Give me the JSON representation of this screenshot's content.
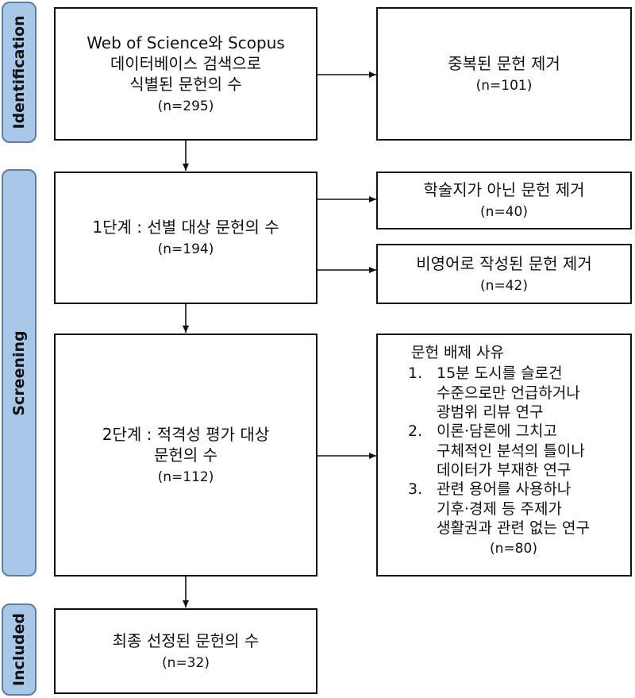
{
  "phases": {
    "identification": "Identification",
    "screening": "Screening",
    "included": "Included"
  },
  "identification": {
    "main_box": {
      "lines": [
        "Web of Science와 Scopus",
        "데이터베이스 검색으로",
        "식별된 문헌의 수"
      ],
      "count": "(n=295)"
    },
    "removed_box": {
      "label": "중복된 문헌 제거",
      "count": "(n=101)"
    }
  },
  "screening": {
    "stage1_box": {
      "label": "1단계 : 선별 대상 문헌의 수",
      "count": "(n=194)"
    },
    "excluded_non_journal": {
      "label": "학술지가 아닌 문헌 제거",
      "count": "(n=40)"
    },
    "excluded_non_english": {
      "label": "비영어로 작성된 문헌 제거",
      "count": "(n=42)"
    },
    "stage2_box": {
      "lines": [
        "2단계 : 적격성 평가 대상",
        "문헌의 수"
      ],
      "count": "(n=112)"
    },
    "exclusion_reasons": {
      "title": "문헌 배제 사유",
      "items": [
        {
          "num": "1.",
          "lines": [
            "15분 도시를 슬로건",
            "수준으로만 언급하거나",
            "광범위 리뷰 연구"
          ]
        },
        {
          "num": "2.",
          "lines": [
            "이론·담론에 그치고",
            "구체적인 분석의 틀이나",
            "데이터가 부재한 연구"
          ]
        },
        {
          "num": "3.",
          "lines": [
            "관련 용어를 사용하나",
            "기후·경제 등 주제가",
            "생활권과 관련 없는 연구"
          ]
        }
      ],
      "count": "(n=80)"
    }
  },
  "included": {
    "final_box": {
      "label": "최종 선정된 문헌의 수",
      "count": "(n=32)"
    }
  },
  "colors": {
    "phase_fill": "#a9c7e8",
    "phase_border": "#5b7ea3",
    "box_border": "#111111"
  }
}
